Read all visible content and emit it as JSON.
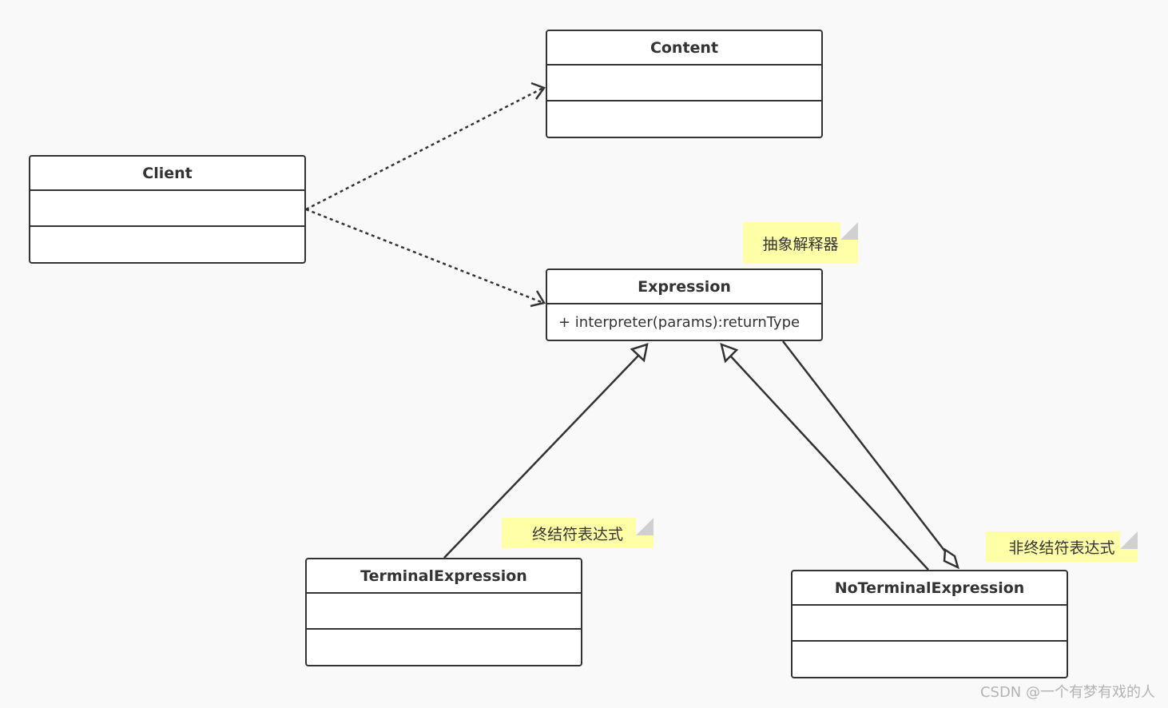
{
  "classes": {
    "content": {
      "name": "Content",
      "attributes": "",
      "operations": ""
    },
    "client": {
      "name": "Client",
      "attributes": "",
      "operations": ""
    },
    "expression": {
      "name": "Expression",
      "operations": "+ interpreter(params):returnType"
    },
    "terminal": {
      "name": "TerminalExpression",
      "attributes": "",
      "operations": ""
    },
    "noterminal": {
      "name": "NoTerminalExpression",
      "attributes": "",
      "operations": ""
    }
  },
  "notes": {
    "abstract": "抽象解释器",
    "terminal": "终结符表达式",
    "nonterminal": "非终结符表达式"
  },
  "relationships": [
    {
      "from": "Client",
      "to": "Content",
      "type": "dependency"
    },
    {
      "from": "Client",
      "to": "Expression",
      "type": "dependency"
    },
    {
      "from": "TerminalExpression",
      "to": "Expression",
      "type": "generalization"
    },
    {
      "from": "NoTerminalExpression",
      "to": "Expression",
      "type": "generalization"
    },
    {
      "from": "NoTerminalExpression",
      "to": "Expression",
      "type": "aggregation"
    }
  ],
  "colors": {
    "line": "#333333",
    "note": "#ffffa8",
    "background": "#f9f9f9"
  },
  "watermark": "CSDN @一个有梦有戏的人"
}
